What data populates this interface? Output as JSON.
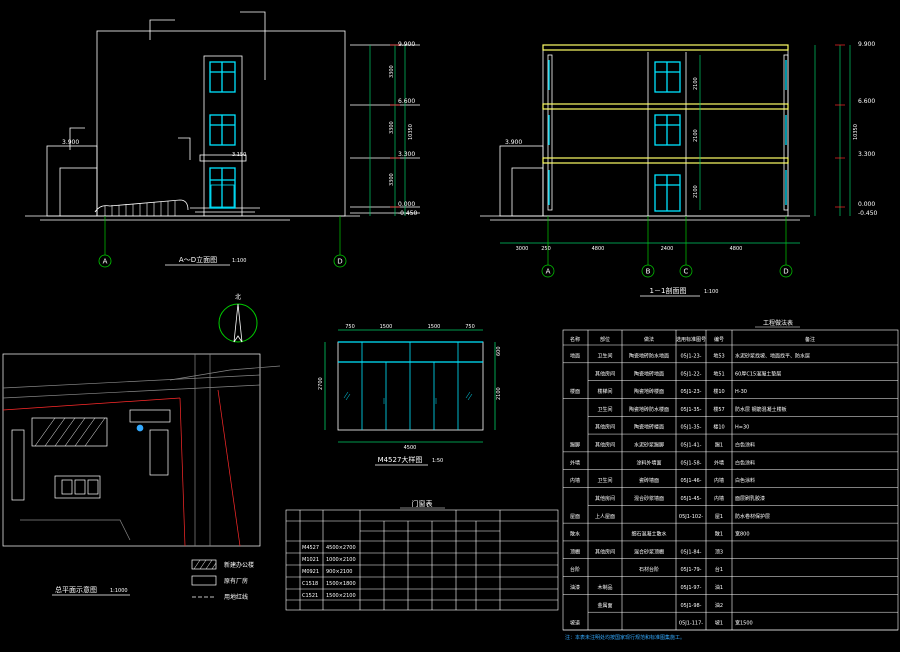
{
  "colors": {
    "background": "#000000",
    "line": "#ffffff",
    "window": "#00e5ff",
    "slab": "#ffff66",
    "axis": "#00cc00",
    "dim": "#00cc66",
    "red": "#ff2a2a",
    "note": "#33aaff"
  },
  "elevation": {
    "title": "A～D立面图",
    "scale": "1:100",
    "axis_left": "A",
    "axis_right": "D",
    "levels": [
      "9.900",
      "6.600",
      "3.300",
      "0.000",
      "-0.450"
    ],
    "left_level": "3.900",
    "dims_left": [
      "3300",
      "3300",
      "3300"
    ],
    "total": "10350",
    "mark": "3.150"
  },
  "section": {
    "title": "1－1剖面图",
    "scale": "1:100",
    "axes": [
      "A",
      "B",
      "C",
      "D"
    ],
    "bottom_dims": [
      "3000",
      "250",
      "4800",
      "2400",
      "4800"
    ],
    "levels": [
      "9.900",
      "6.600",
      "3.300",
      "0.000",
      "-0.450"
    ],
    "left_level": "3.900",
    "window_dims": [
      "2100",
      "2100",
      "2100"
    ],
    "total": "10350"
  },
  "compass": {
    "label": "北"
  },
  "site_plan": {
    "title": "总平面示意图",
    "scale": "1:1000",
    "legend": [
      "新建办公楼",
      "原有厂房",
      "用地红线"
    ]
  },
  "door": {
    "title": "M4527大样图",
    "scale": "1:50",
    "top_dims": [
      "750",
      "1500",
      "1500",
      "750"
    ],
    "width": "4500",
    "height": "2700",
    "right_dims": [
      "600",
      "2100"
    ]
  },
  "door_table": {
    "title": "门窗表",
    "codes": [
      "M4527",
      "M1021",
      "M0921",
      "C1518",
      "C1521"
    ],
    "sizes": [
      "4500×2700",
      "1000×2100",
      "900×2100",
      "1500×1800",
      "1500×2100"
    ]
  },
  "finish_table": {
    "title": "工程做法表",
    "header": [
      "名称",
      "部位",
      "做法",
      "选用标准图号",
      "编号",
      "备注"
    ],
    "rows": [
      [
        "地面",
        "卫生间",
        "陶瓷地砖防水地面",
        "05J1-23-",
        "地53",
        "水泥砂浆找坡、地面找平、防水层"
      ],
      [
        "",
        "其他房间",
        "陶瓷地砖地面",
        "05J1-22-",
        "地51",
        "60厚C15混凝土垫层"
      ],
      [
        "楼面",
        "楼梯间",
        "陶瓷地砖楼面",
        "05J1-23-",
        "楼10",
        "H-30"
      ],
      [
        "",
        "卫生间",
        "陶瓷地砖防水楼面",
        "05J1-35-",
        "楼57",
        "防水层 钢筋混凝土楼板"
      ],
      [
        "",
        "其他房间",
        "陶瓷地砖楼面",
        "05J1-35-",
        "楼10",
        "H=30"
      ],
      [
        "踢脚",
        "其他房间",
        "水泥砂浆踢脚",
        "05J1-41-",
        "踢1",
        "白色涂料"
      ],
      [
        "外墙",
        "",
        "涂料外墙面",
        "05J1-58-",
        "外墙",
        "白色涂料"
      ],
      [
        "内墙",
        "卫生间",
        "瓷砖墙面",
        "05J1-46-",
        "内墙",
        "白色涂料"
      ],
      [
        "",
        "其他房间",
        "混合砂浆墙面",
        "05J1-45-",
        "内墙",
        "面层刷乳胶漆"
      ],
      [
        "屋面",
        "上人屋面",
        "",
        "05J1-102-",
        "屋1",
        "防水卷材保护层"
      ],
      [
        "散水",
        "",
        "细石混凝土散水",
        "",
        "散1",
        "宽800"
      ],
      [
        "顶棚",
        "其他房间",
        "混合砂浆顶棚",
        "05J1-84-",
        "顶3",
        ""
      ],
      [
        "台阶",
        "",
        "石材台阶",
        "05J1-79-",
        "台1",
        ""
      ],
      [
        "油漆",
        "木制品",
        "",
        "05J1-97-",
        "油1",
        ""
      ],
      [
        "",
        "金属面",
        "",
        "05J1-98-",
        "油2",
        ""
      ],
      [
        "坡道",
        "",
        "",
        "05J1-117-",
        "坡1",
        "宽1500"
      ]
    ],
    "note": "注：本表未注明处均按国家现行规范和标准图集施工。"
  }
}
